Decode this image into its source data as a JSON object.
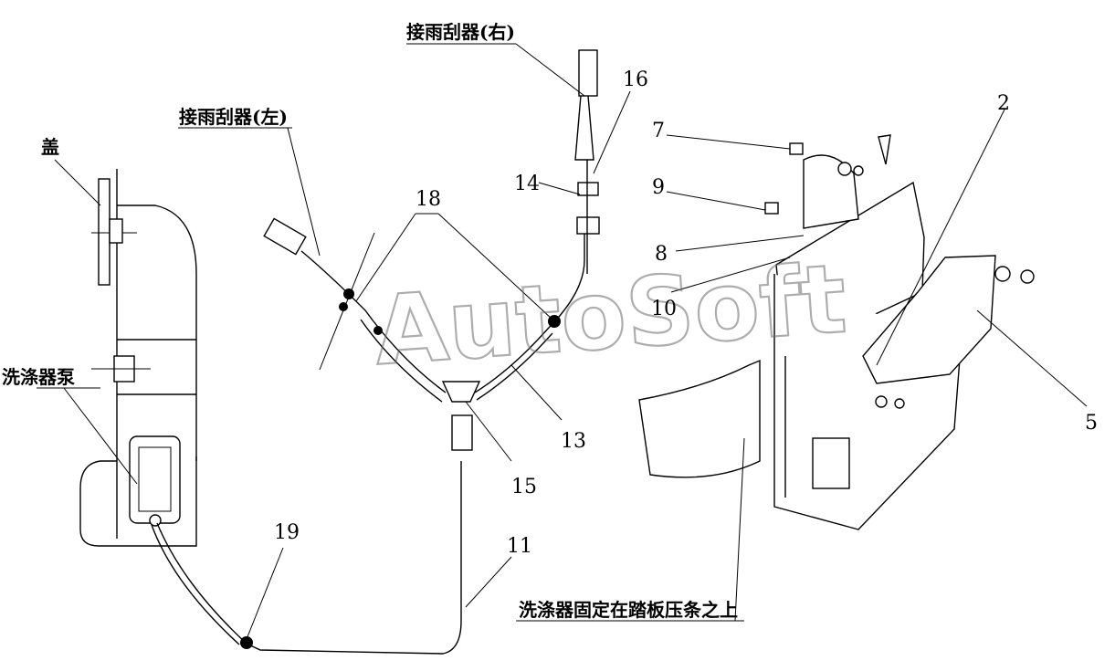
{
  "watermark": "AutoSoft",
  "labels": {
    "lid": "盖",
    "washer_pump": "洗涤器泵",
    "wiper_left": "接雨刮器(左)",
    "wiper_right": "接雨刮器(右)",
    "mount_note": "洗涤器固定在踏板压条之上"
  },
  "part_numbers": {
    "p2": "2",
    "p5": "5",
    "p7": "7",
    "p8": "8",
    "p9": "9",
    "p10": "10",
    "p11": "11",
    "p13": "13",
    "p14": "14",
    "p15": "15",
    "p16": "16",
    "p18": "18",
    "p19": "19"
  }
}
